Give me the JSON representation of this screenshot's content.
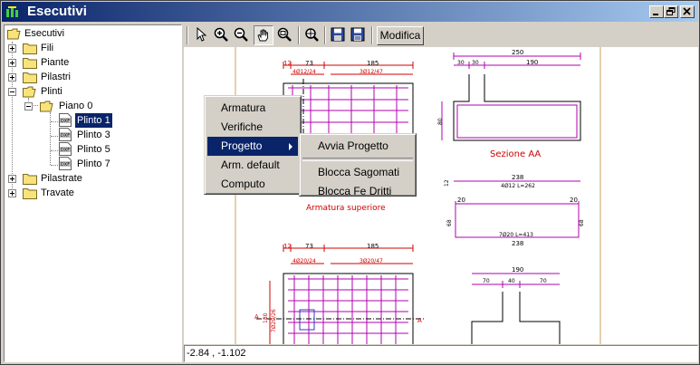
{
  "window": {
    "title": "Esecutivi"
  },
  "tree": {
    "root": "Esecutivi",
    "items": [
      {
        "label": "Fili"
      },
      {
        "label": "Piante"
      },
      {
        "label": "Pilastri"
      },
      {
        "label": "Plinti"
      },
      {
        "label": "Piano 0"
      },
      {
        "label": "Plinto 1"
      },
      {
        "label": "Plinto 3"
      },
      {
        "label": "Plinto 5"
      },
      {
        "label": "Plinto 7"
      },
      {
        "label": "Pilastrate"
      },
      {
        "label": "Travate"
      }
    ],
    "selected": "Plinto 1",
    "doc_icon_text": "DXF"
  },
  "toolbar": {
    "modifica_label": "Modifica"
  },
  "context_menu": {
    "items": [
      "Armatura",
      "Verifiche",
      "Progetto",
      "Arm. default",
      "Computo"
    ],
    "highlighted": "Progetto"
  },
  "submenu": {
    "items": [
      "Avvia Progetto",
      "Blocca Sagomati",
      "Blocca Fe Dritti"
    ]
  },
  "drawing": {
    "dims_top": [
      "12",
      "73",
      "185",
      "4Ø12/24",
      "3Ø12/47"
    ],
    "dims_top2": [
      "12",
      "73",
      "185",
      "4Ø20/24",
      "3Ø20/47"
    ],
    "section_aa_dims": [
      "250",
      "30",
      "30",
      "190"
    ],
    "section_aa_side": "80",
    "section_aa_label": "Sezione AA",
    "armatura_label": "Armatura superiore",
    "bar1": {
      "length": "238",
      "spec": "4Ø12 L=262",
      "left": "20",
      "right": "20",
      "side": "12"
    },
    "bar2": {
      "spec": "7Ø20 L=413",
      "length": "238",
      "left": "68",
      "right": "68"
    },
    "lower_dims": [
      "190",
      "70",
      "40",
      "70"
    ],
    "lower_left_label": "A",
    "side_labels": [
      "A",
      "180",
      "7Ø20/26"
    ]
  },
  "status": {
    "coords": "-2.84 , -1.102"
  },
  "colors": {
    "title_start": "#0a246a",
    "title_end": "#a6caf0",
    "drawing_magenta": "#b000b0",
    "drawing_red": "#d00000"
  }
}
